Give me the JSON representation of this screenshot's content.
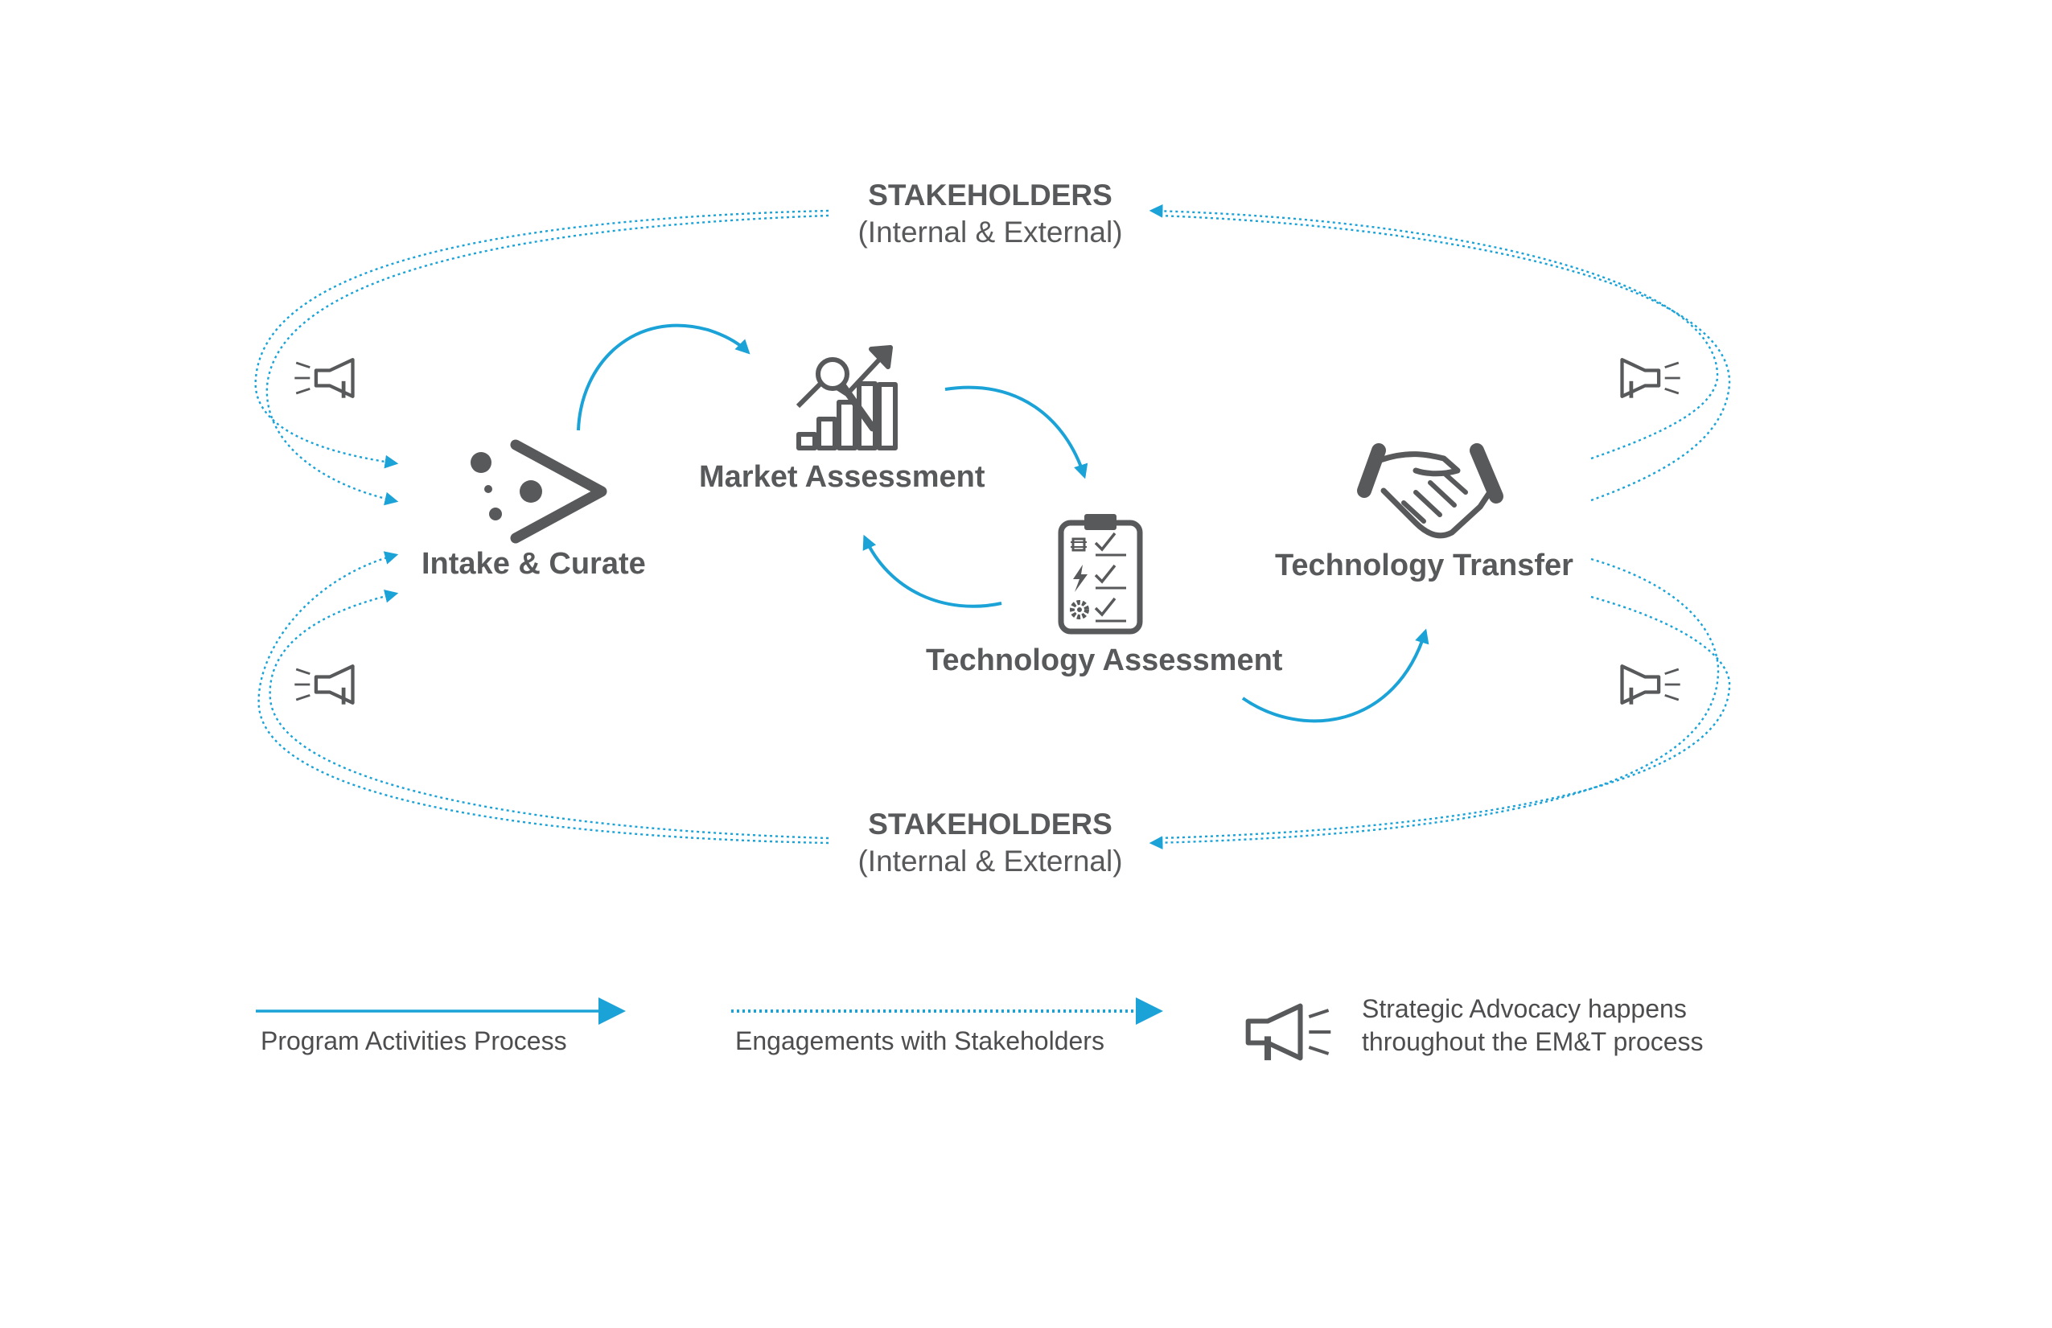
{
  "stakeholders_top": {
    "title": "STAKEHOLDERS",
    "subtitle": "(Internal & External)"
  },
  "stakeholders_bottom": {
    "title": "STAKEHOLDERS",
    "subtitle": "(Internal & External)"
  },
  "nodes": {
    "intake": {
      "label": "Intake & Curate",
      "icon": "funnel-dots-icon"
    },
    "market": {
      "label": "Market Assessment",
      "icon": "growth-chart-magnifier-icon"
    },
    "technology_assessment": {
      "label": "Technology Assessment",
      "icon": "clipboard-checklist-icon"
    },
    "technology_transfer": {
      "label": "Technology Transfer",
      "icon": "handshake-icon"
    }
  },
  "legend": {
    "process_label": "Program Activities Process",
    "engagement_label": "Engagements with Stakeholders",
    "advocacy_line1": "Strategic Advocacy happens",
    "advocacy_line2": "throughout the EM&T process"
  },
  "colors": {
    "accent_blue": "#1ba3d8",
    "icon_gray": "#58595b",
    "text_gray": "#58595b"
  }
}
